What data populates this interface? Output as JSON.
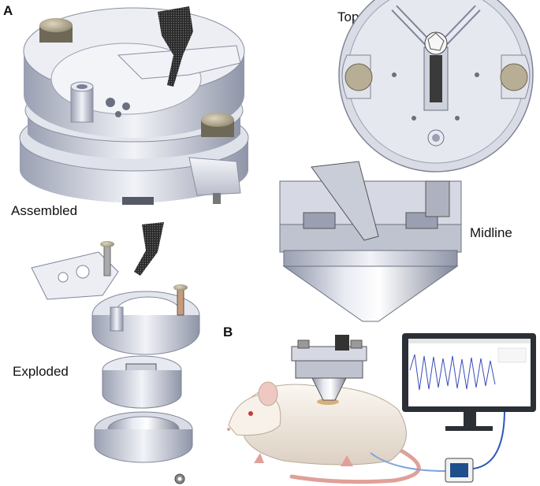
{
  "panels": {
    "a": {
      "letter": "A"
    },
    "b": {
      "letter": "B"
    }
  },
  "view_labels": {
    "top": "Top",
    "assembled": "Assembled",
    "midline": "Midline",
    "exploded": "Exploded"
  },
  "colors": {
    "metal_light": "#e8eaf2",
    "metal_mid": "#c8ccd8",
    "metal_dark": "#8a8fa0",
    "knob": "#1a1a1a",
    "knurl_tan": "#b8ae94",
    "rat_body": "#f3ece4",
    "rat_tail": "#e0a09a",
    "monitor_frame": "#2b2f36",
    "trace_blue": "#3b4fb8",
    "cable_blue": "#2a57b8",
    "daq_board": "#1f4e8c"
  }
}
